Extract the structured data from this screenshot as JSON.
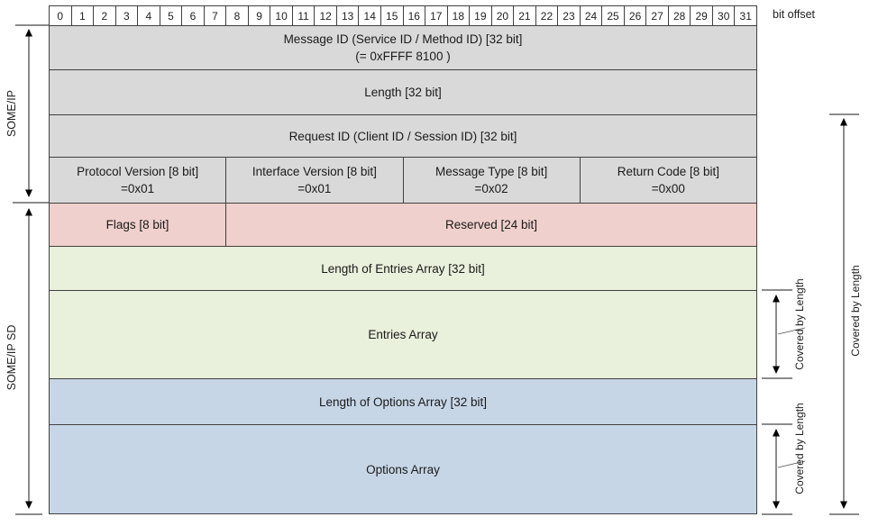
{
  "header": {
    "bit_offset_label": "bit offset",
    "bits": [
      "0",
      "1",
      "2",
      "3",
      "4",
      "5",
      "6",
      "7",
      "8",
      "9",
      "10",
      "11",
      "12",
      "13",
      "14",
      "15",
      "16",
      "17",
      "18",
      "19",
      "20",
      "21",
      "22",
      "23",
      "24",
      "25",
      "26",
      "27",
      "28",
      "29",
      "30",
      "31"
    ]
  },
  "rows": {
    "message_id": {
      "line1": "Message ID (Service ID / Method ID) [32 bit]",
      "line2": "(= 0xFFFF 8100 )"
    },
    "length": {
      "label": "Length [32 bit]"
    },
    "request_id": {
      "label": "Request ID (Client ID / Session ID) [32 bit]"
    },
    "protocol_version": {
      "label": "Protocol Version [8 bit]",
      "value": "=0x01"
    },
    "interface_version": {
      "label": "Interface Version [8 bit]",
      "value": "=0x01"
    },
    "message_type": {
      "label": "Message Type [8 bit]",
      "value": "=0x02"
    },
    "return_code": {
      "label": "Return Code [8 bit]",
      "value": "=0x00"
    },
    "flags": {
      "label": "Flags [8 bit]"
    },
    "reserved": {
      "label": "Reserved [24 bit]"
    },
    "entries_length": {
      "label": "Length of Entries Array [32 bit]"
    },
    "entries_array": {
      "label": "Entries Array"
    },
    "options_length": {
      "label": "Length of Options Array [32 bit]"
    },
    "options_array": {
      "label": "Options Array"
    }
  },
  "annotations": {
    "left_top": "SOME/IP",
    "left_bottom": "SOME/IP SD",
    "covered_by_length": "Covered by Length"
  },
  "colors": {
    "someip_header_bg": "#d9d9d9",
    "flags_bg": "#f0d0cc",
    "entries_bg": "#e9f0db",
    "options_bg": "#c7d6e7",
    "border": "#404040",
    "text": "#1a1a1a"
  }
}
